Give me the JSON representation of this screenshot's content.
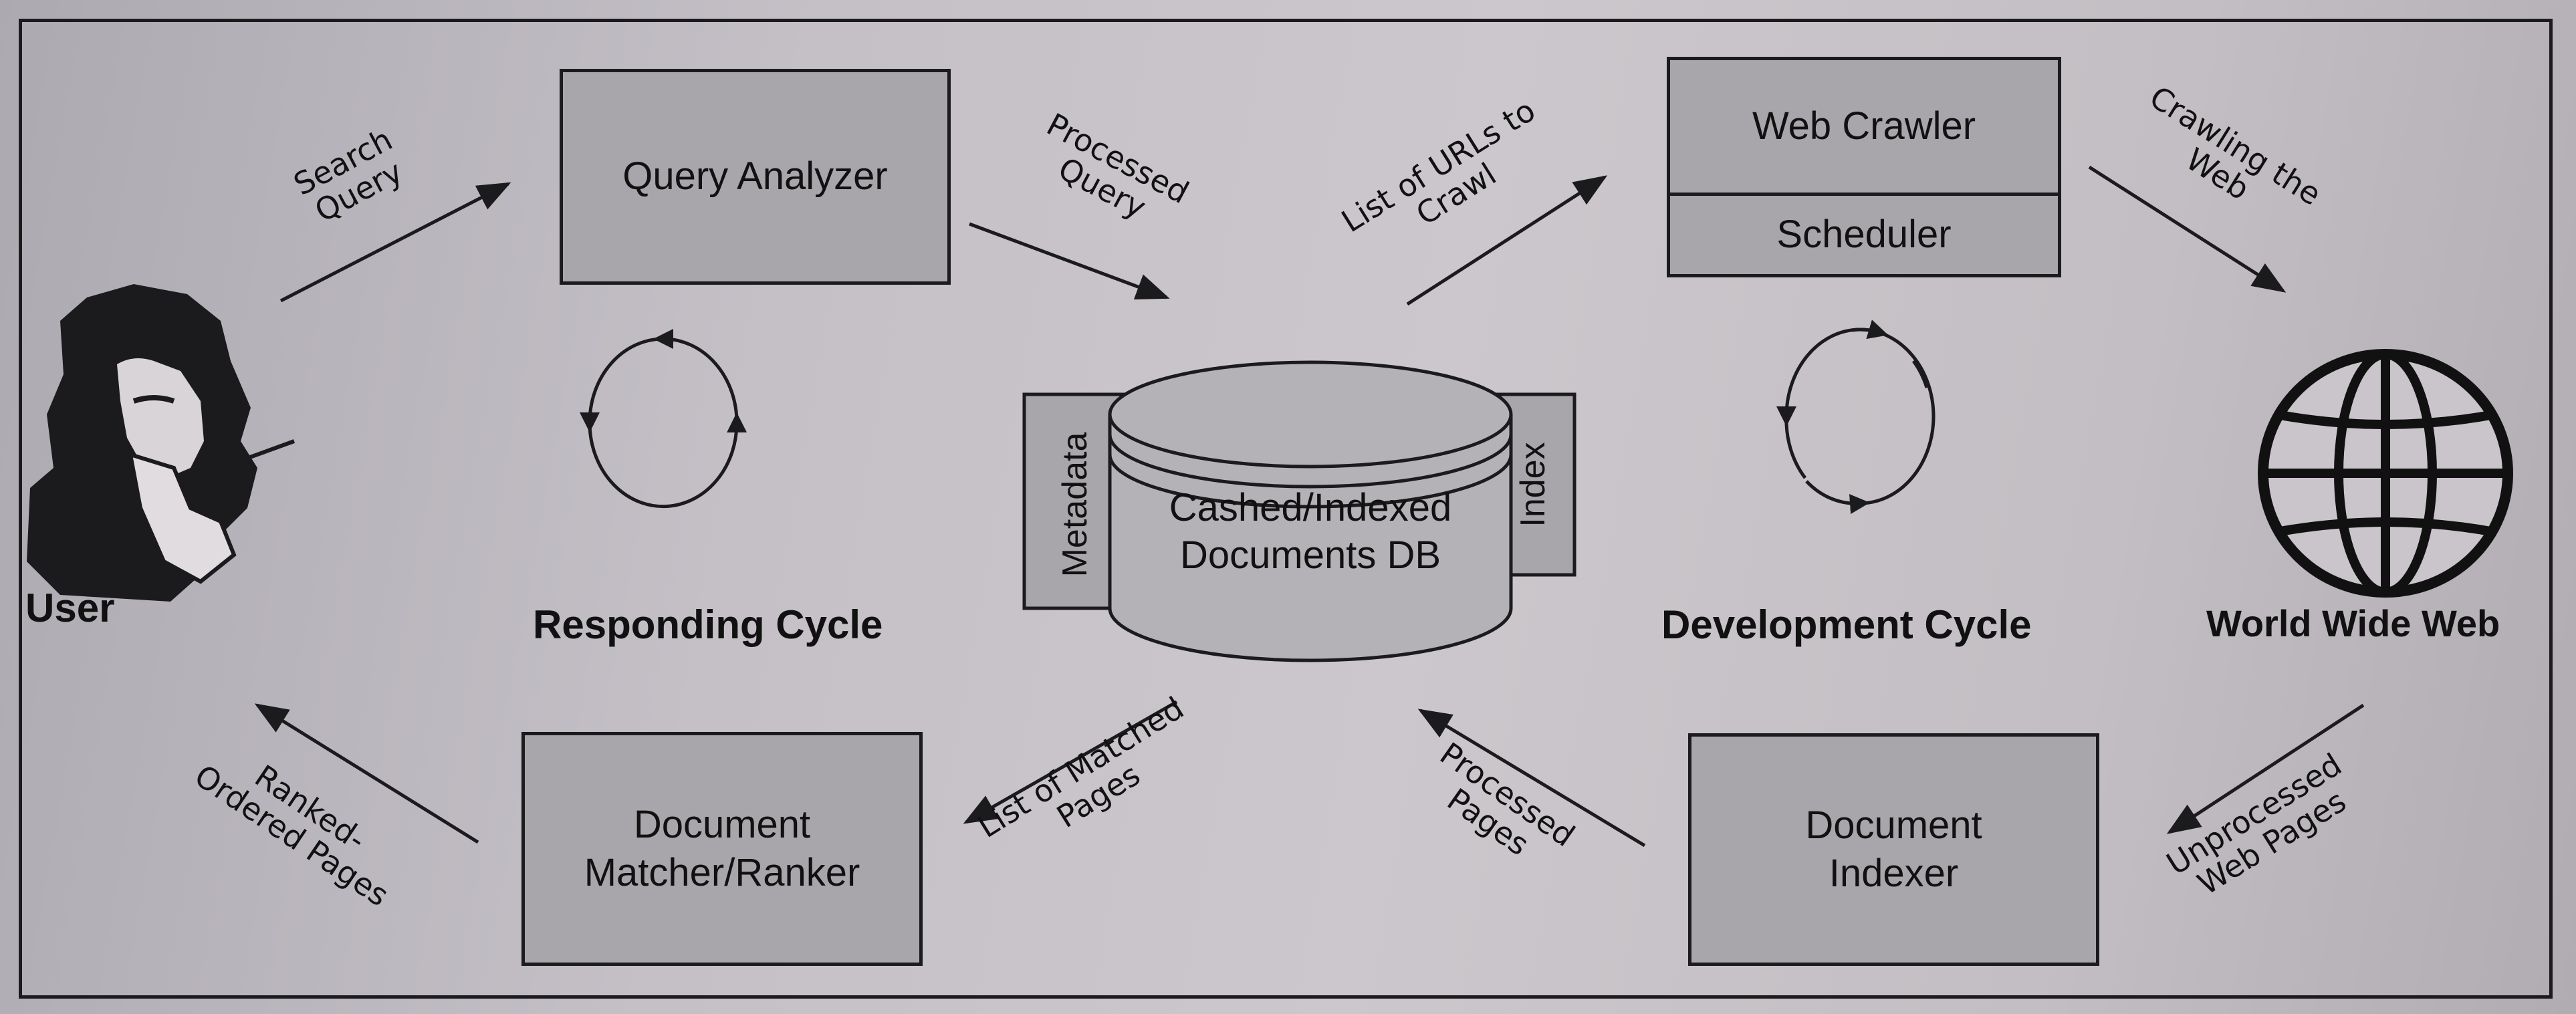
{
  "boxes": {
    "query_analyzer": "Query Analyzer",
    "web_crawler": "Web Crawler",
    "scheduler": "Scheduler",
    "document_matcher": "Document\nMatcher/Ranker",
    "document_indexer": "Document\nIndexer"
  },
  "database": {
    "main": "Cashed/Indexed\nDocuments DB",
    "left_tab": "Metadata",
    "right_tab": "Index"
  },
  "arrow_labels": {
    "search_query": "Search\nQuery",
    "processed_query": "Processed\nQuery",
    "list_of_urls": "List of URLs to\nCrawl",
    "crawling_the_web": "Crawling the\nWeb",
    "ranked_ordered_pages": "Ranked-\nOrdered Pages",
    "list_of_matched_pages": "List of Matched\nPages",
    "processed_pages": "Processed\nPages",
    "unprocessed_web_pages": "Unprocessed\nWeb Pages"
  },
  "captions": {
    "user": "User",
    "responding_cycle": "Responding Cycle",
    "development_cycle": "Development Cycle",
    "world_wide_web": "World Wide Web"
  },
  "icons": [
    "user-thinking-icon",
    "globe-icon",
    "cycle-arrows-icon",
    "database-cylinder-icon"
  ],
  "colors": {
    "box_fill": "#a9a6ab",
    "line": "#1b1b1d",
    "paper": "#c7c3c8"
  }
}
